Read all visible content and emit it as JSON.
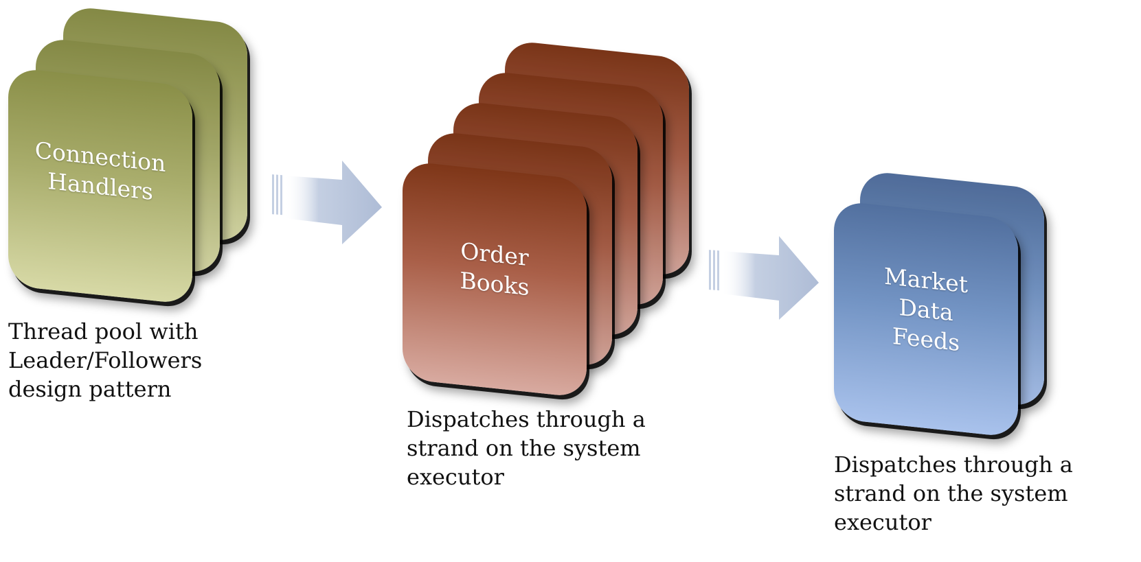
{
  "stages": [
    {
      "id": "connection-handlers",
      "label_lines": [
        "Connection",
        "Handlers"
      ],
      "color": "#a9ad6c",
      "card_count": 3,
      "caption_lines": [
        "Thread pool with",
        "Leader/Followers",
        "design pattern"
      ]
    },
    {
      "id": "order-books",
      "label_lines": [
        "Order",
        "Books"
      ],
      "color": "#a95f48",
      "card_count": 5,
      "caption_lines": [
        "Dispatches through a",
        "strand on the system",
        "executor"
      ]
    },
    {
      "id": "market-data-feeds",
      "label_lines": [
        "Market",
        "Data",
        "Feeds"
      ],
      "color": "#7394c4",
      "card_count": 2,
      "caption_lines": [
        "Dispatches through a",
        "strand on the system",
        "executor"
      ]
    }
  ],
  "arrow_color": "#c4cfe2"
}
